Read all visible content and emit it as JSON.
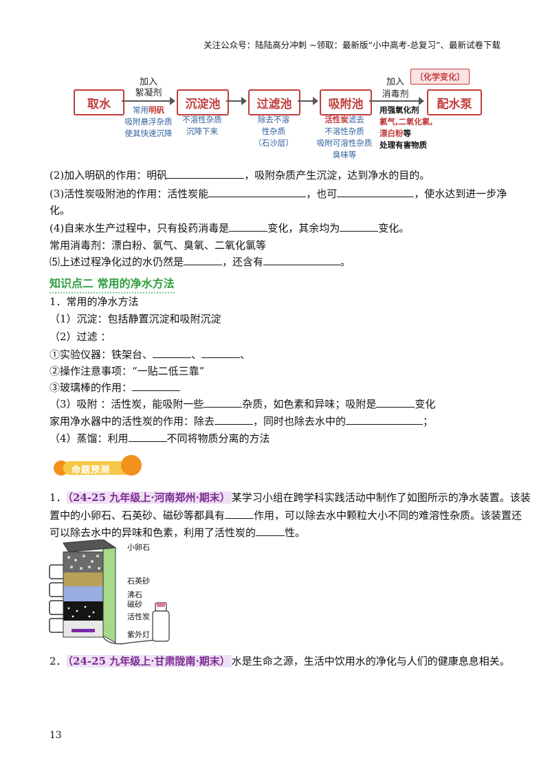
{
  "header": {
    "text": "关注公众号：陆陆高分冲刺 ~领取：最新版“小中高考-总复习”、最新试卷下载"
  },
  "flow": {
    "boxes": [
      "取水",
      "沉淀池",
      "过滤池",
      "吸附池",
      "配水泵"
    ],
    "arrow1_label_a": "加入",
    "arrow1_label_b": "絮凝剂",
    "arrow4_label_a": "加入",
    "arrow4_label_b": "消毒剂",
    "tag": "化学变化",
    "note1_a": "常用",
    "note1_a_red": "明矾",
    "note1_b": "吸附悬浮杂质",
    "note1_c": "使其快速沉降",
    "note2_a": "不溶性杂质",
    "note2_b": "沉降下来",
    "note3_a": "除去不溶",
    "note3_b": "性杂质",
    "note3_c": "（石沙层）",
    "note4_a_red": "活性炭",
    "note4_a": "滤去",
    "note4_b": "不溶性杂质",
    "note4_c": "吸附可溶性杂质",
    "note4_d": "臭味等",
    "note5_a": "用强氧化剂",
    "note5_b_red": "氯气,二氧化氯,",
    "note5_c_red": "漂白粉",
    "note5_c": "等",
    "note5_d": "处理有害物质"
  },
  "q2": {
    "pre": "(2)加入明矾的作用：明矾",
    "post": "，吸附杂质产生沉淀，达到净水的目的。"
  },
  "q3": {
    "pre": "(3)活性炭吸附池的作用：活性炭能",
    "mid": "，也可",
    "post": "，使水达到进一步净",
    "cont": "化。"
  },
  "q4": {
    "pre": "(4)自来水生产过程中，只有投药消毒是",
    "mid": "变化，其余均为",
    "post": "变化。"
  },
  "disinfect": "常用消毒剂：漂白粉、氯气、臭氧、二氧化氯等",
  "q5": {
    "pre": "⑸上述过程净化过的水仍然是",
    "mid": "，还含有",
    "post": "。"
  },
  "section_title": "知识点二 常用的净水方法",
  "methods": {
    "title": "1．常用的净水方法",
    "m1": "（1）沉淀：包括静置沉淀和吸附沉淀",
    "m2": "（2）过滤 ：",
    "m2a_pre": "①实验仪器：铁架台、",
    "m2a_sep": "、",
    "m2b": "②操作注意事项：“一贴二低三靠”",
    "m2c": "③玻璃棒的作用：",
    "m3_pre": "（3）吸附 ：活性炭，能吸附一些",
    "m3_mid": "杂质，如色素和异味；吸附是",
    "m3_post": "变化",
    "m3b_pre": "家用净水器中的活性炭的作用：除去",
    "m3b_mid": "，同时也除去水中的",
    "m3b_post": "；",
    "m4_pre": "（4）蒸馏：利用",
    "m4_post": "不同将物质分离的方法"
  },
  "banner": "命题预测",
  "q_1": {
    "num": "1．",
    "src": "（24-25 九年级上·河南郑州·期末）",
    "l1": "某学习小组在跨学科实践活动中制作了如图所示的净水装置。该装",
    "l2_pre": "置中的小卵石、石英砂、磁砂等都具有",
    "l2_post": "作用，可以除去水中颗粒大小不同的难溶性杂质。该装置还",
    "l3_pre": "可以除去水中的异味和色素，利用了活性炭的",
    "l3_post": "性。"
  },
  "figure": {
    "labels": [
      "小卵石",
      "石英砂",
      "沸石",
      "磁砂",
      "活性炭",
      "紫外灯"
    ]
  },
  "q_2": {
    "num": "2．",
    "src": "（24-25 九年级上·甘肃陇南·期末）",
    "text": "水是生命之源，生活中饮用水的净化与人们的健康息息相关。"
  },
  "page_number": "13"
}
